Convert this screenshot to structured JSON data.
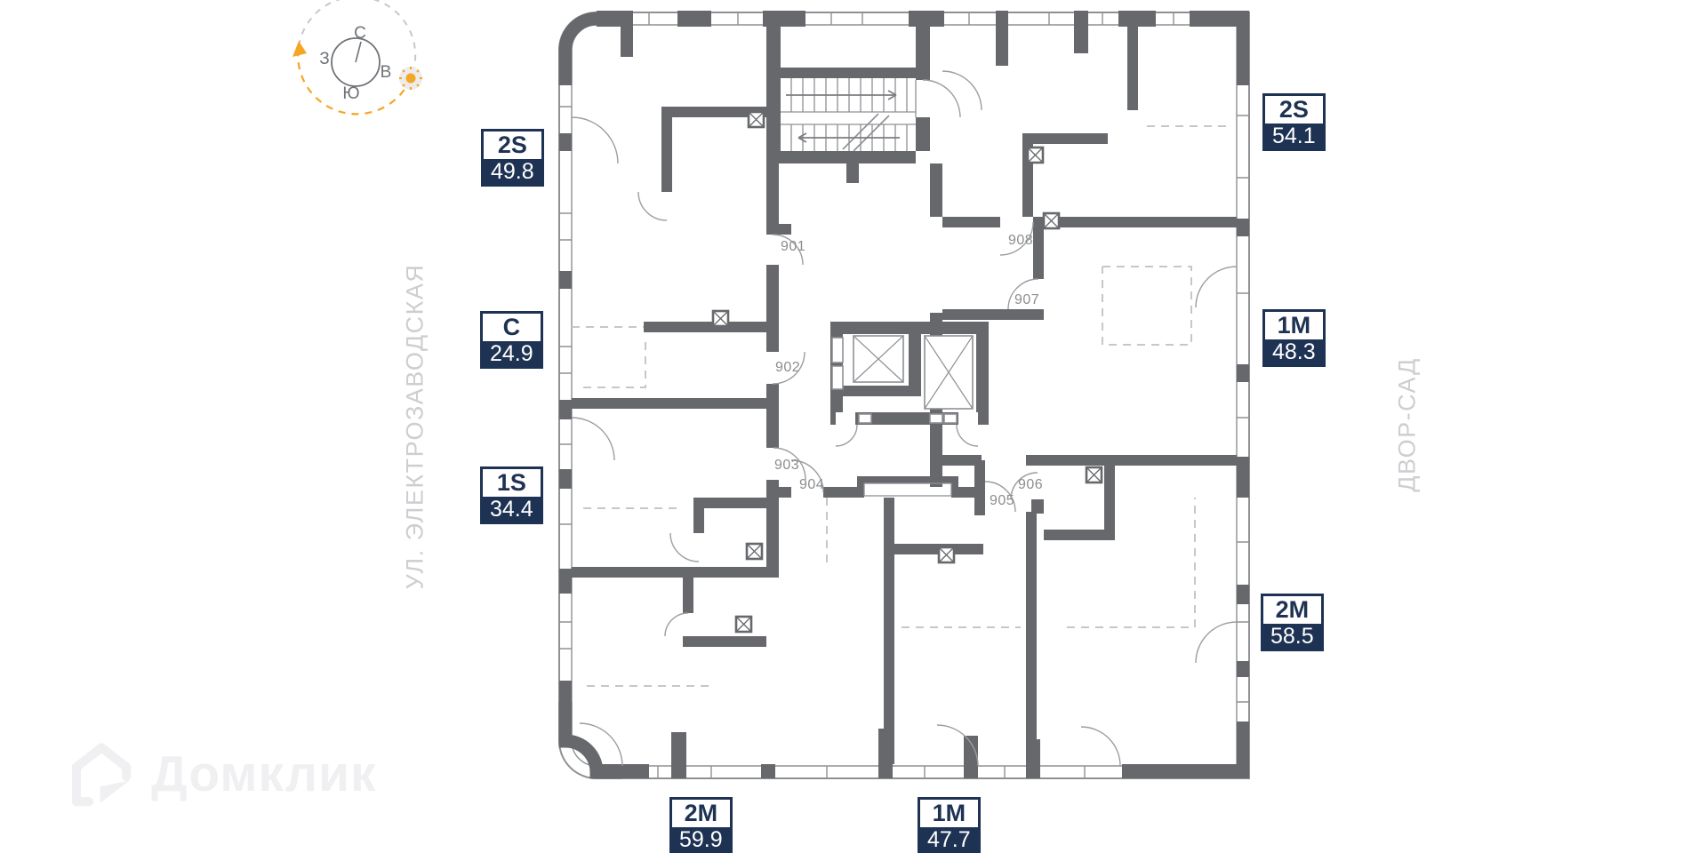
{
  "compass": {
    "n": "С",
    "e": "В",
    "s": "Ю",
    "w": "З"
  },
  "labels": {
    "street_left": "УЛ. ЭЛЕКТРОЗАВОДСКАЯ",
    "street_right": "ДВОР-САД"
  },
  "watermark": {
    "brand": "Домклик"
  },
  "badges": [
    {
      "type": "2S",
      "area": "49.8"
    },
    {
      "type": "С",
      "area": "24.9"
    },
    {
      "type": "1S",
      "area": "34.4"
    },
    {
      "type": "2S",
      "area": "54.1"
    },
    {
      "type": "1M",
      "area": "48.3"
    },
    {
      "type": "2M",
      "area": "58.5"
    },
    {
      "type": "2M",
      "area": "59.9"
    },
    {
      "type": "1M",
      "area": "47.7"
    }
  ],
  "unit_numbers": [
    "901",
    "902",
    "903",
    "904",
    "905",
    "906",
    "907",
    "908"
  ],
  "colors": {
    "wall": "#66686C",
    "accent_navy": "#1E3253",
    "sun_orange": "#F5A623"
  }
}
